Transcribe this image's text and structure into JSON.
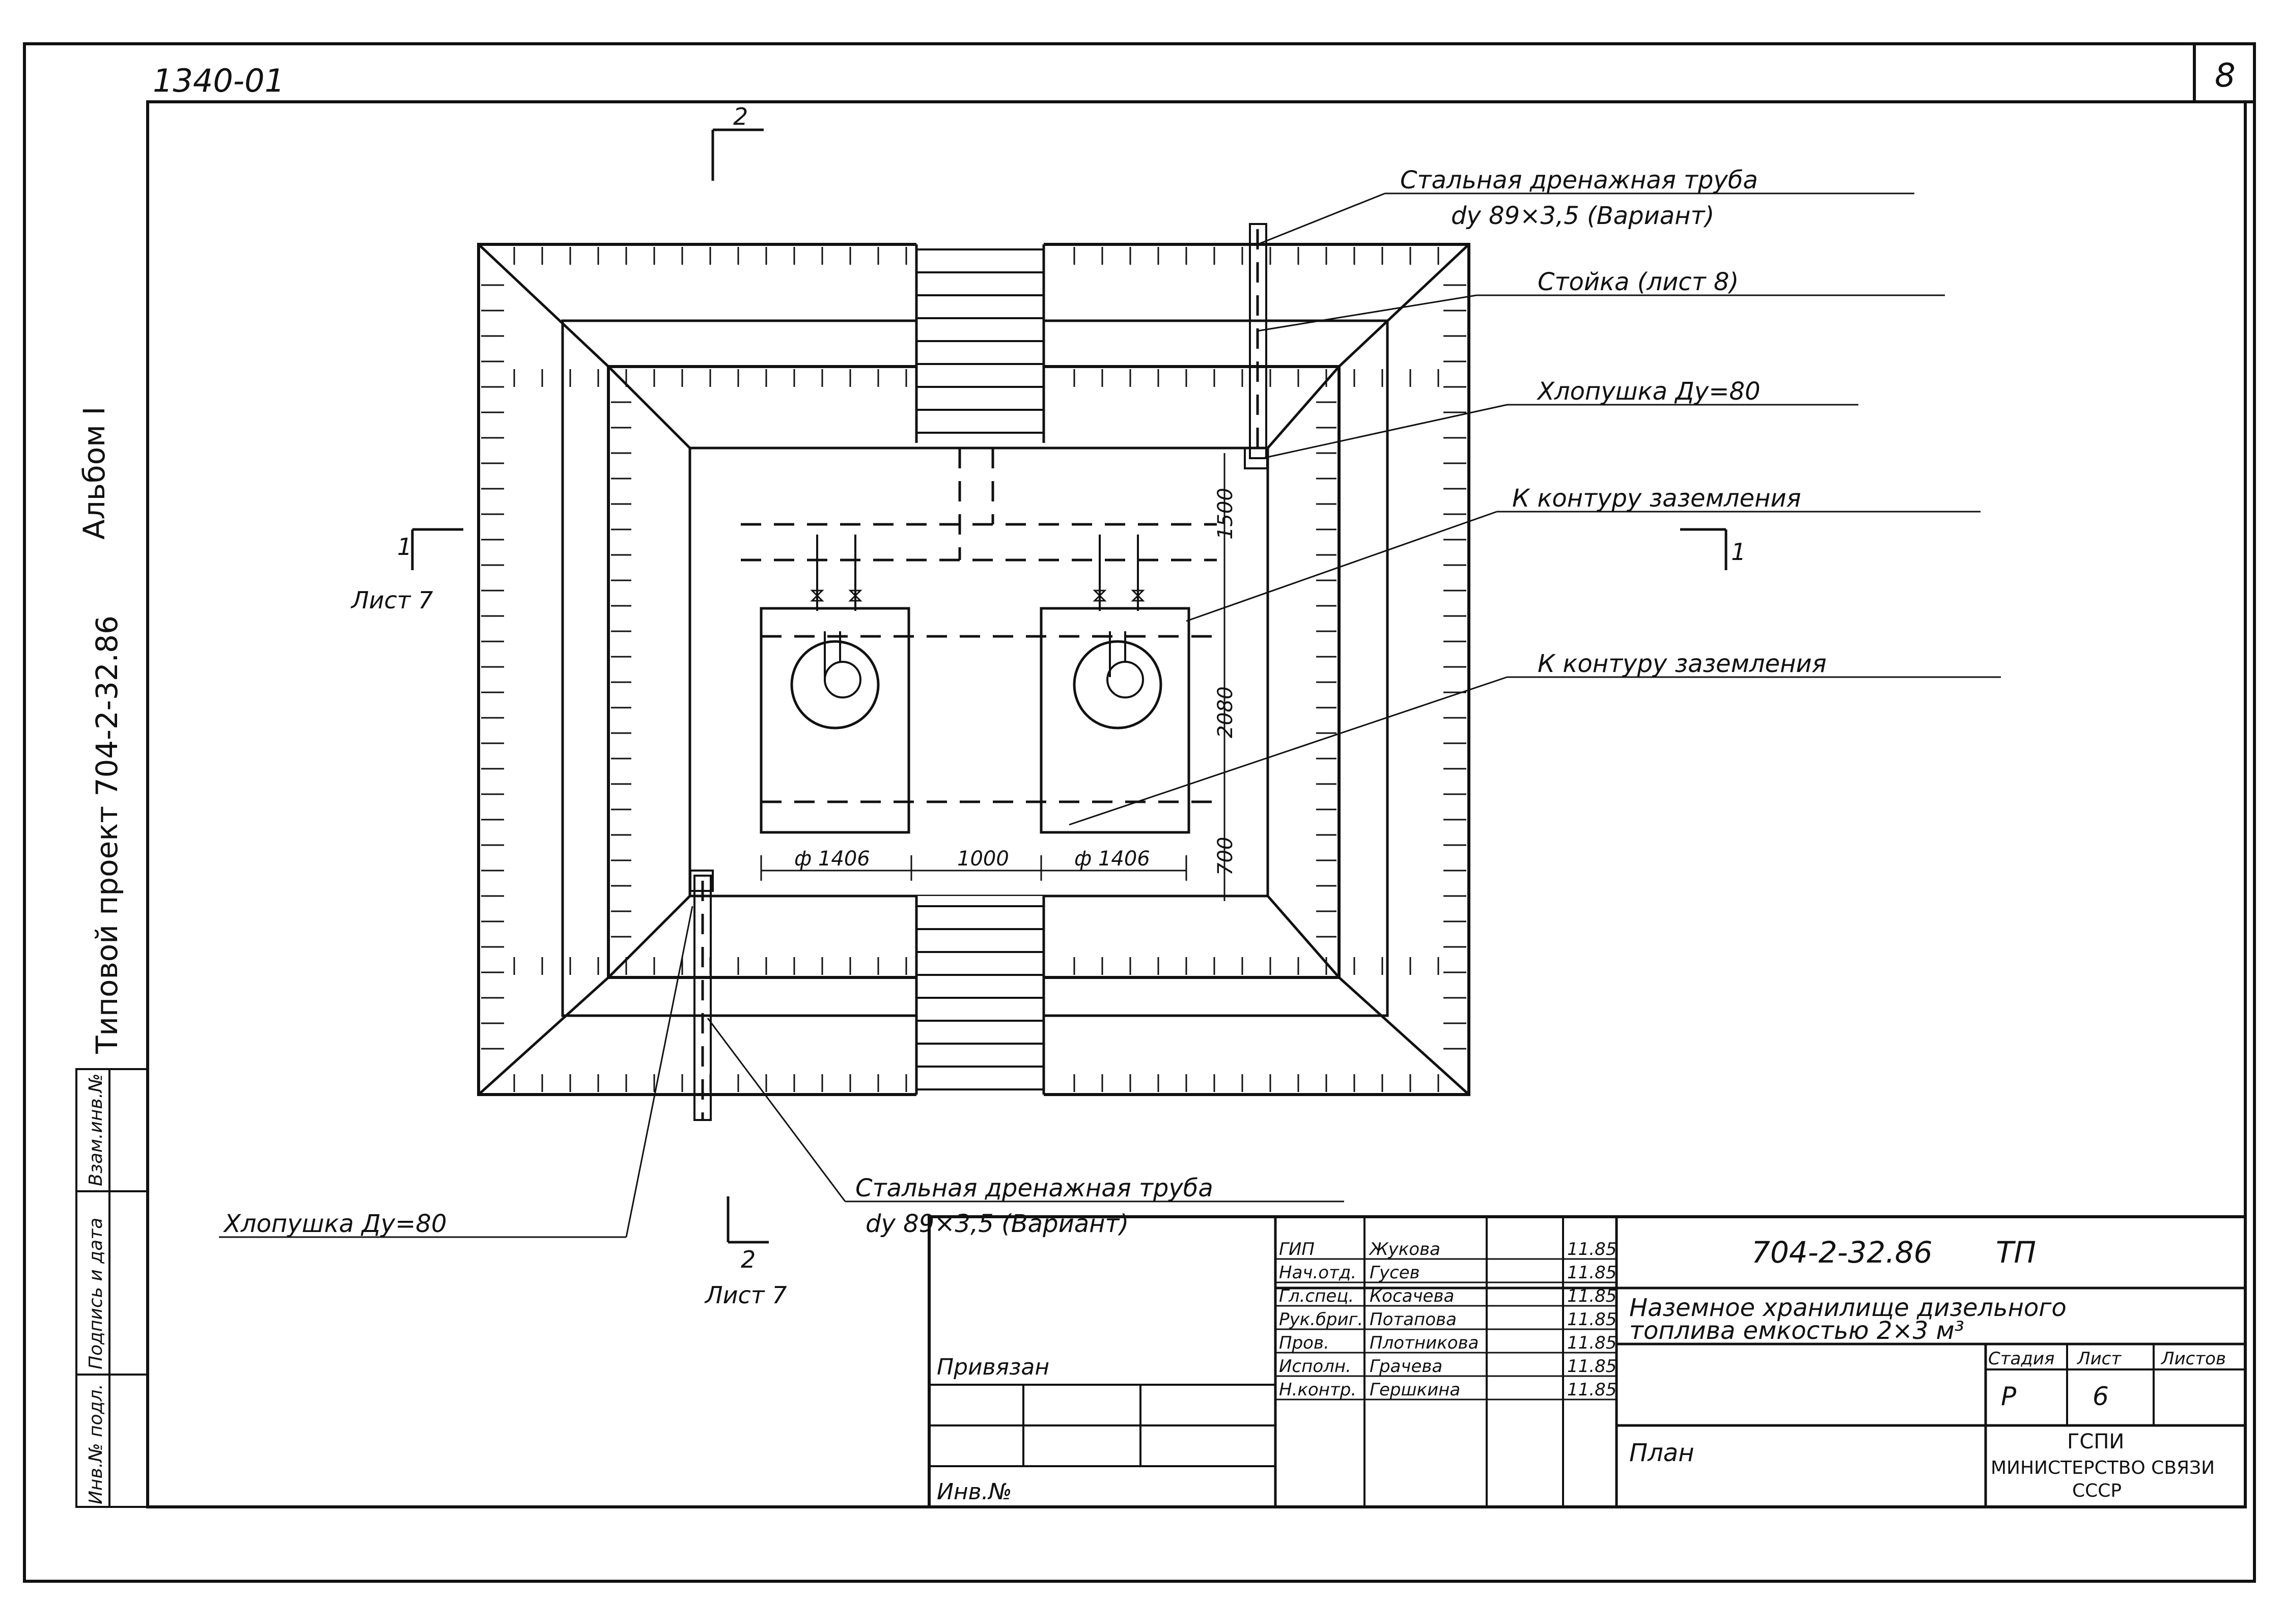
{
  "sheet": {
    "code_top": "1340-01",
    "sheet_number": "8",
    "side_label_album": "Альбом I",
    "side_label_project": "Типовой проект 704-2-32.86",
    "side_stamp_labels": [
      "Инв.№ подл.",
      "Подпись и дата",
      "Взам.инв.№"
    ]
  },
  "sections": {
    "top": {
      "mark": "2"
    },
    "bottom": {
      "mark": "2",
      "sheet_ref": "Лист 7"
    },
    "left": {
      "mark": "1",
      "sheet_ref": "Лист 7"
    },
    "right": {
      "mark": "1"
    }
  },
  "callouts": {
    "drain_pipe_top_1": "Стальная дренажная труба",
    "drain_pipe_top_2": "dy 89×3,5 (Вариант)",
    "post": "Стойка (лист 8)",
    "valve_top": "Хлопушка Ду=80",
    "ground_1": "К контуру заземления",
    "ground_2": "К контуру заземления",
    "drain_pipe_bottom_1": "Стальная дренажная труба",
    "drain_pipe_bottom_2": "dy 89×3,5 (Вариант)",
    "valve_bottom": "Хлопушка Ду=80"
  },
  "dimensions": {
    "d1": "1500",
    "d2": "2080",
    "d3": "700",
    "w1": "ф 1406",
    "w2": "1000",
    "w3": "ф 1406"
  },
  "title_block": {
    "project_code": "704-2-32.86",
    "stage_type": "ТП",
    "title_1": "Наземное хранилище дизельного",
    "title_2": "топлива емкостью 2×3 м³",
    "sheet_title": "План",
    "col_stage": "Стадия",
    "col_sheet": "Лист",
    "col_sheets": "Листов",
    "stage": "Р",
    "sheet": "6",
    "org_1": "ГСПИ",
    "org_2": "МИНИСТЕРСТВО СВЯЗИ",
    "org_3": "СССР",
    "privyazan": "Привязан",
    "inv_no": "Инв.№",
    "staff": [
      {
        "role": "ГИП",
        "name": "Жукова",
        "date": "11.85"
      },
      {
        "role": "Нач.отд.",
        "name": "Гусев",
        "date": "11.85"
      },
      {
        "role": "Гл.спец.",
        "name": "Косачева",
        "date": "11.85"
      },
      {
        "role": "Рук.бриг.",
        "name": "Потапова",
        "date": "11.85"
      },
      {
        "role": "Пров.",
        "name": "Плотникова",
        "date": "11.85"
      },
      {
        "role": "Исполн.",
        "name": "Грачева",
        "date": "11.85"
      },
      {
        "role": "Н.контр.",
        "name": "Гершкина",
        "date": "11.85"
      }
    ]
  }
}
